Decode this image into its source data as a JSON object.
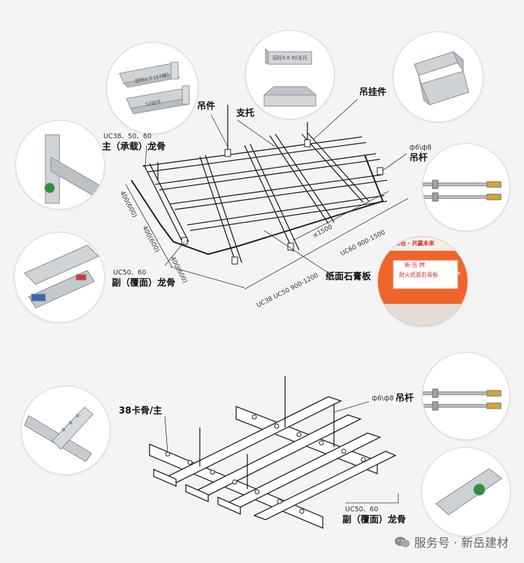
{
  "top": {
    "main_runner": {
      "code": "UC38、50、60",
      "name": "主（承载）龙骨"
    },
    "hanger_clip": "吊件",
    "support": "支托",
    "hanger_part": "吊挂件",
    "rod": {
      "spec": "ф6\\ф8",
      "name": "吊杆"
    },
    "sub_runner": {
      "code": "UC50、60",
      "name": "副（覆面）龙骨"
    },
    "gypsum": "纸面石膏板",
    "dims": {
      "d1": "400(600)",
      "d2": "400(600)",
      "d3": "400(600)",
      "le1500": "≤1500",
      "uc60": "UC60 900-1500",
      "uc38": "UC38 UC50 900-1200"
    },
    "photo_texts": {
      "clip1": "国标1.5 [17厘]",
      "clip1b": "50挂件",
      "support_text": "国标0.6 60支托",
      "board_top": "选择新岳 · 共赢未来",
      "board_brand": "新·岳·牌",
      "board_name": "耐火纸面石膏板"
    }
  },
  "bottom": {
    "main_label": "38卡骨/主",
    "rod": {
      "spec": "ф6\\ф8",
      "name": "吊杆"
    },
    "sub_runner": {
      "code": "UC50、60",
      "name": "副（覆面）龙骨"
    }
  },
  "footer": {
    "text": "服务号 · 新岳建材"
  },
  "colors": {
    "board_orange": "#f0642a",
    "steel": "#c9ccd0",
    "green_tag": "#2f8f3a"
  }
}
